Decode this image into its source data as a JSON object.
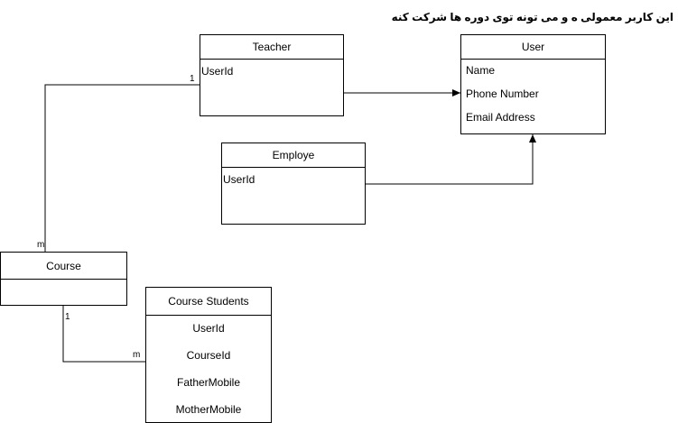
{
  "note": "این کاربر معمولی ه و می تونه توی دوره ها شرکت کنه",
  "entities": {
    "teacher": {
      "title": "Teacher",
      "fields": [
        "UserId"
      ]
    },
    "user": {
      "title": "User",
      "fields": [
        "Name",
        "Phone Number",
        "Email Address"
      ]
    },
    "employe": {
      "title": "Employe",
      "fields": [
        "UserId"
      ]
    },
    "course": {
      "title": "Course",
      "fields": []
    },
    "course_students": {
      "title": "Course Students",
      "fields": [
        "UserId",
        "CourseId",
        "FatherMobile",
        "MotherMobile"
      ]
    }
  },
  "cardinalities": {
    "teacher_course_teacher_end": "1",
    "teacher_course_course_end": "m",
    "course_students_course_end": "1",
    "course_students_students_end": "m"
  }
}
